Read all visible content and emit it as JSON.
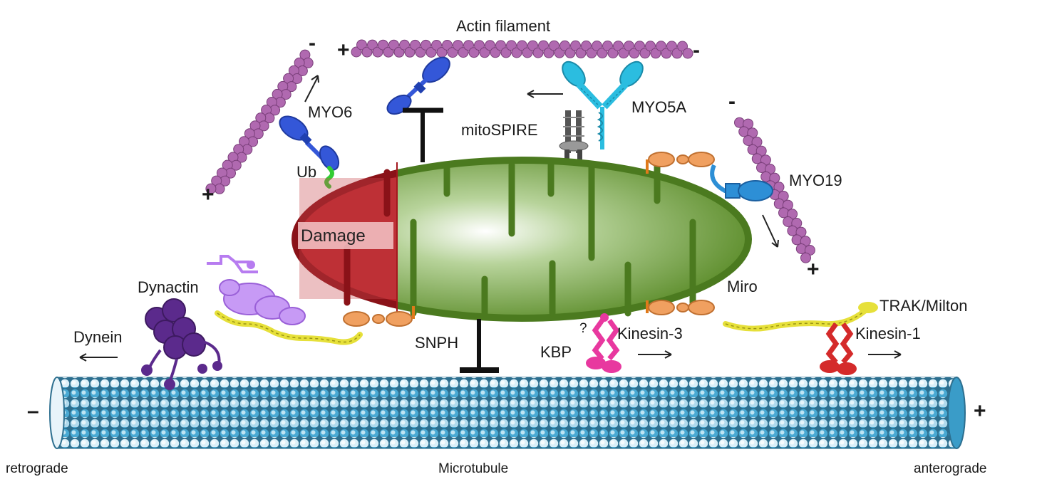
{
  "labels": {
    "actin_filament": "Actin filament",
    "myo6": "MYO6",
    "myo5a": "MYO5A",
    "myo19": "MYO19",
    "mitospire": "mitoSPIRE",
    "ub": "Ub",
    "damage": "Damage",
    "dynactin": "Dynactin",
    "dynein": "Dynein",
    "snph": "SNPH",
    "kbp": "KBP",
    "question": "?",
    "kinesin3": "Kinesin-3",
    "kinesin1": "Kinesin-1",
    "miro": "Miro",
    "trak_milton": "TRAK/Milton",
    "microtubule": "Microtubule",
    "retrograde": "retrograde",
    "anterograde": "anterograde"
  },
  "polarity": {
    "minus": "-",
    "plus": "+",
    "mt_minus": "–",
    "mt_plus": "+"
  },
  "colors": {
    "actin": "#b069b0",
    "microtubule_dark": "#3a9cc8",
    "microtubule_light": "#e8f4fa",
    "mito_healthy": "#5f8f2e",
    "mito_membrane": "#4b7a1f",
    "mito_damage": "#a3171e",
    "myo6": "#3457d8",
    "myo5a": "#2bbde0",
    "myo19": "#2d8fd6",
    "ub": "#33cc33",
    "mitospire": "#555555",
    "dynein": "#5b2a8c",
    "dynactin": "#b77cf0",
    "adaptor": "#e6e03a",
    "miro": "#f0a060",
    "kinesin3": "#e8389f",
    "kinesin1": "#d42a2a",
    "snph": "#111111"
  }
}
